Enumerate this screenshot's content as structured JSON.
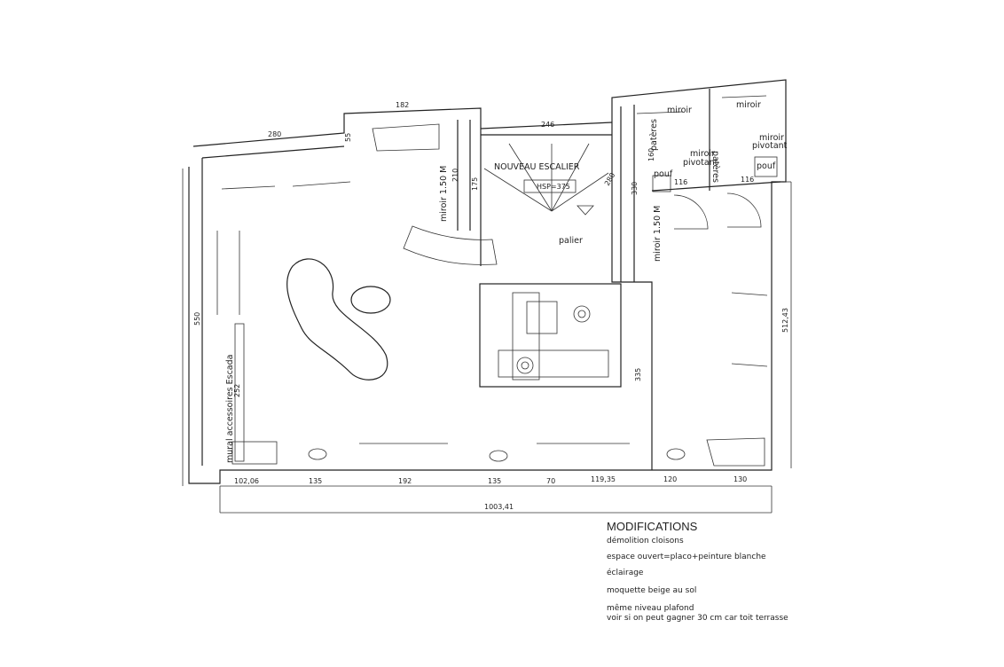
{
  "dimensions": {
    "top_left": "280",
    "top_mid": "182",
    "small": "55",
    "stair_top": "246",
    "v210": "210",
    "v175": "175",
    "stair_right": "280",
    "v330": "330",
    "v160": "160",
    "w116a": "116",
    "w116b": "116",
    "v335": "335",
    "right_total": "512,43",
    "left_total": "550",
    "wall_len": "252",
    "bottom": [
      "102,06",
      "135",
      "192",
      "135",
      "70",
      "119,35",
      "120",
      "130"
    ],
    "total": "1003,41"
  },
  "labels": {
    "stair": "NOUVEAU ESCALIER",
    "hsp": "HSP=375",
    "palier": "palier",
    "mirror_left": "miroir 1.50 M",
    "mirror_right": "miroir 1.50 M",
    "mirror_a": "miroir",
    "mirror_b": "miroir",
    "pivot_a_1": "miroir",
    "pivot_a_2": "pivotant",
    "pivot_b_1": "miroir",
    "pivot_b_2": "pivotant",
    "pouf_a": "pouf",
    "pouf_b": "pouf",
    "pateres_a": "patères",
    "pateres_b": "patères",
    "wall_accessories": "mural accessoires Escada"
  },
  "notes": {
    "title": "MODIFICATIONS",
    "items": [
      "démolition cloisons",
      "espace ouvert=placo+peinture blanche",
      "éclairage",
      "moquette beige au sol",
      "même niveau plafond",
      "voir si on peut gagner 30 cm car toit terrasse"
    ]
  }
}
